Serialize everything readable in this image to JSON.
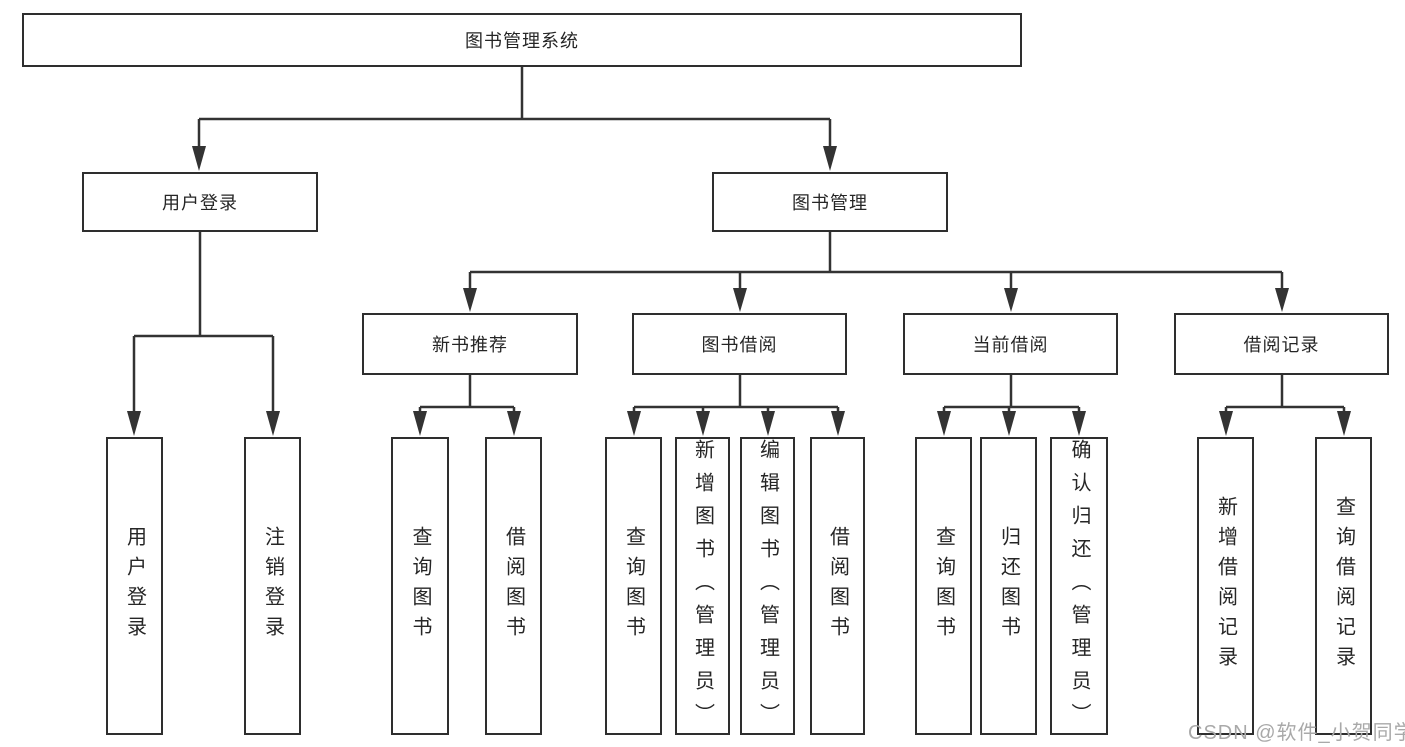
{
  "diagram_title": "图书管理系统",
  "nodes": {
    "root": "图书管理系统",
    "user_login": "用户登录",
    "book_mgmt": "图书管理",
    "new_books": "新书推荐",
    "book_borrow": "图书借阅",
    "current_borrow": "当前借阅",
    "borrow_records": "借阅记录",
    "leaves": {
      "user_login_children": [
        "用户登录",
        "注销登录"
      ],
      "new_books_children": [
        "查询图书",
        "借阅图书"
      ],
      "book_borrow_children": [
        "查询图书",
        "新增图书（管理员）",
        "编辑图书（管理员）",
        "借阅图书"
      ],
      "current_borrow_children": [
        "查询图书",
        "归还图书",
        "确认归还（管理员）"
      ],
      "borrow_records_children": [
        "新增借阅记录",
        "查询借阅记录"
      ]
    }
  },
  "watermark": "CSDN @软件_小贺同学",
  "colors": {
    "line": "#333333",
    "box_border": "#2e2e2e",
    "text": "#262626",
    "watermark": "#a9a9a9",
    "background": "#ffffff"
  }
}
